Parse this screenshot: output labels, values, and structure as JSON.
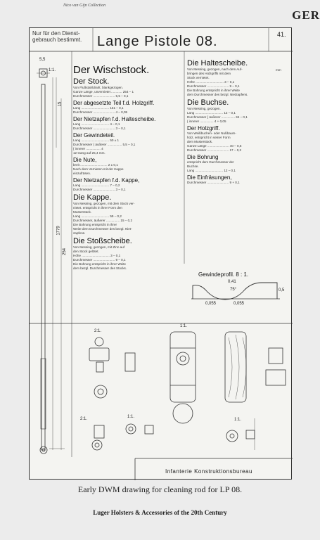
{
  "page": {
    "collection_note": "Nico van Gijn Collection",
    "running_head": "GER",
    "caption": "Early DWM drawing for cleaning rod for LP 08.",
    "book_title": "Luger Holsters & Accessories of the 20th Century"
  },
  "drawing": {
    "note": "Nur für den Dienst-\ngebrauch bestimmt.",
    "title": "Lange Pistole 08.",
    "sheet_number": "41.",
    "footer": "Infanterie Konstruktionsbureau",
    "unit": "mm",
    "profile_label": "Gewindeprofil.  8 : 1.",
    "dim_labels": {
      "scale_main": "1:1.",
      "scale_21a": "2:1.",
      "scale_11a": "1:1.",
      "scale_21b": "2:1.",
      "scale_11b": "1:1.",
      "scale_11c": "1:1.",
      "len_1779": "1779",
      "len_254": "254",
      "len_15": "15",
      "len_55": "5,5",
      "profile_top": "0,41",
      "profile_angle": "75°",
      "profile_right": "0,5",
      "profile_b1": "0,055",
      "profile_b2": "0,055"
    },
    "left_sections": [
      {
        "heading": "Der Wischstock.",
        "rows": []
      },
      {
        "heading": "Der Stock.",
        "rows": [
          "Von Flußstahldraht, blankgezogen.",
          "Ganze Länge, unvernietet ............ 254 – 1",
          "Durchmesser ........................ 5,5 – 0,1"
        ]
      },
      {
        "heading": "Der abgesetzte Teil f.d. Holzgriff.",
        "rows": [
          "Lang ............................... 151 – 0,1",
          "Durchmesser ........................ 4 – 0,05"
        ]
      },
      {
        "heading": "Der Nietzapfen f.d. Haltescheibe.",
        "rows": [
          "Lang ............................... 4 – 0,1",
          "Durchmesser ........................ 3 – 0,1"
        ]
      },
      {
        "heading": "Der Gewindeteil.",
        "rows": [
          "Lang ............................... 50 ± 1",
          "Durchmesser { äußerer ................ 5,5 – 0,1",
          "             { innerer ................ 4",
          "12 Gang auf 25,4 mm."
        ]
      },
      {
        "heading": "Die Nute,",
        "rows": [
          "breit .............................. 2 ± 0,1",
          "Nach dem Vernieten mit der Kappe",
          "einzufräsen."
        ]
      },
      {
        "heading": "Der Nietzapfen f.d. Kappe,",
        "rows": [
          "Lang ............................... 7 – 0,2",
          "Durchmesser ........................ 3 – 0,1"
        ]
      }
    ],
    "kappe": {
      "heading": "Die Kappe.",
      "rows": [
        "Von Messing, gezogen, mit dem Stock ver-",
        "nietet. entspricht in ihrer Form den",
        "Musterstück.",
        "Lang ............................... 59 – 0,2",
        "Durchmesser, äußerer ............... 15 – 0,2",
        "Die Bohrung entspricht in ihrer",
        "Weite dem Durchmesser des bezgl. Niet-",
        "zapfens."
      ]
    },
    "stoss": {
      "heading": "Die Stoßscheibe.",
      "rows": [
        "Von Messing, gezogen, mit Zinn auf",
        "den Stock gelötet.",
        "Höhe ............................... 3 – 0,1",
        "Durchmesser ........................ 9 – 0,1",
        "Die Bohrung entspricht in ihrer Weite",
        "dem bezgl. Durchmesser des Stocks."
      ]
    },
    "right_sections": [
      {
        "heading": "Die Haltescheibe.",
        "rows": [
          "Von Messing, gezogen, nach dem Auf-",
          "bringen des Holzgriffs mit dem",
          "Stock vernietet.",
          "Höhe ............................... 3 – 0,1",
          "Durchmesser ........................ 9 – 0,1",
          "Die Bohrung entspricht in ihrer Weite",
          "dem Durchmesser des bezgl. Nietzapfens."
        ]
      },
      {
        "heading": "Die Buchse.",
        "rows": [
          "Von Messing, gezogen.",
          "Lang ............................... 12 – 0,1",
          "Durchmesser { äußerer ............... 34 – 0,1",
          "             { innerer ............... 4 + 0,05"
        ]
      },
      {
        "heading": "Der Holzgriff.",
        "rows": [
          "Von Weißbuchen- oder Nußbaum-",
          "holz, entspricht in seiner Form",
          "dem Musterstück.",
          "Ganze Länge ........................ 40 – 0,5",
          "Durchmesser ........................ 17 – 0,2"
        ]
      },
      {
        "heading": "Die Bohrung",
        "rows": [
          "entspricht dem Durchmesser der",
          "Buchse.",
          "Lang ............................... 12 – 0,1"
        ]
      },
      {
        "heading": "Die Einfräsungen,",
        "rows": [
          "Durchmesser ........................ 9 + 0,1"
        ]
      }
    ]
  }
}
